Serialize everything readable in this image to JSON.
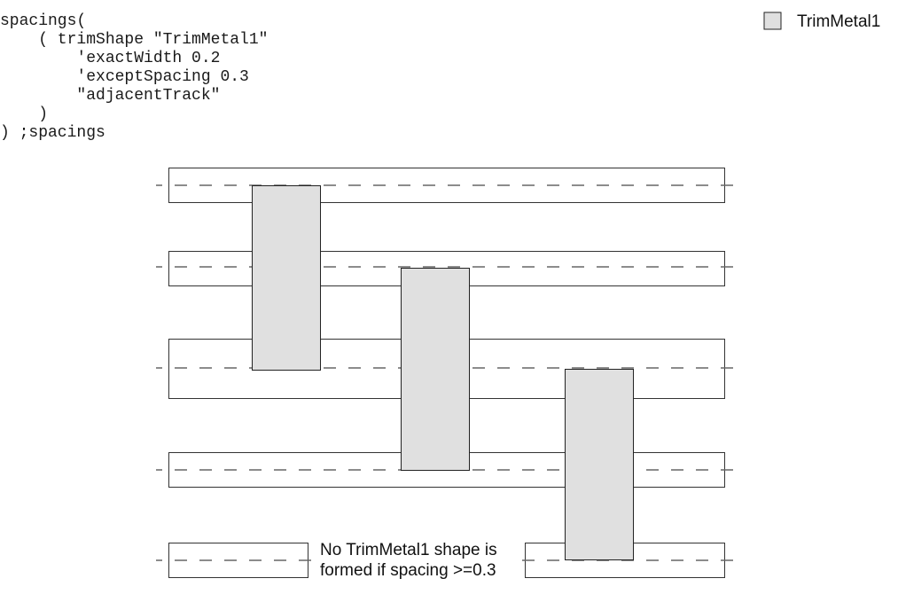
{
  "code_lines": [
    "spacings(",
    "    ( trimShape \"TrimMetal1\"",
    "        'exactWidth 0.2",
    "        'exceptSpacing 0.3",
    "        \"adjacentTrack\"",
    "    )",
    ") ;spacings"
  ],
  "legend": {
    "label": "TrimMetal1",
    "swatch_color": "#e0e0e0"
  },
  "annotation": {
    "line1": "No TrimMetal1 shape is",
    "line2": "formed if spacing >=0.3"
  }
}
